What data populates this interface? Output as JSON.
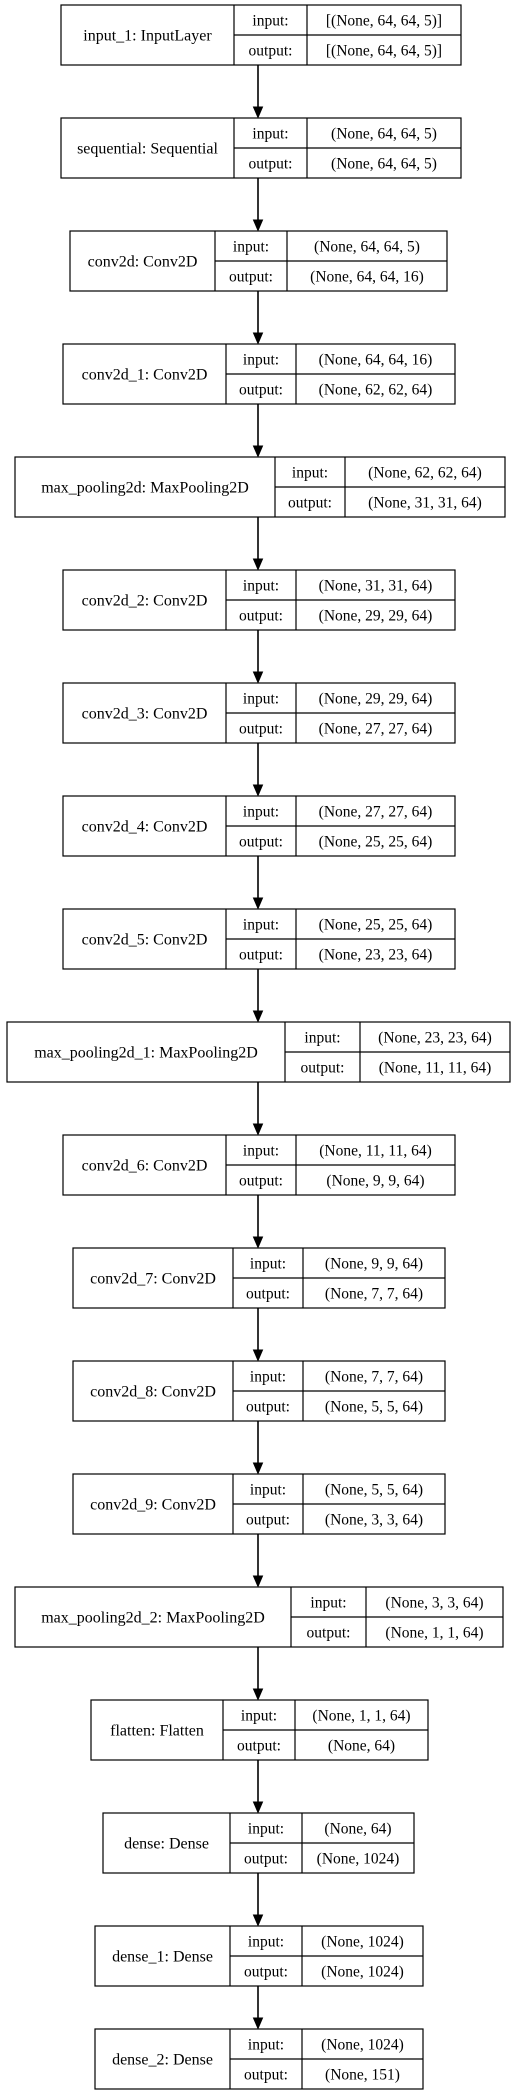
{
  "labels": {
    "input": "input:",
    "output": "output:"
  },
  "layers": [
    {
      "label": "input_1: InputLayer",
      "input_shape": "[(None, 64, 64, 5)]",
      "output_shape": "[(None, 64, 64, 5)]"
    },
    {
      "label": "sequential: Sequential",
      "input_shape": "(None, 64, 64, 5)",
      "output_shape": "(None, 64, 64, 5)"
    },
    {
      "label": "conv2d: Conv2D",
      "input_shape": "(None, 64, 64, 5)",
      "output_shape": "(None, 64, 64, 16)"
    },
    {
      "label": "conv2d_1: Conv2D",
      "input_shape": "(None, 64, 64, 16)",
      "output_shape": "(None, 62, 62, 64)"
    },
    {
      "label": "max_pooling2d: MaxPooling2D",
      "input_shape": "(None, 62, 62, 64)",
      "output_shape": "(None, 31, 31, 64)"
    },
    {
      "label": "conv2d_2: Conv2D",
      "input_shape": "(None, 31, 31, 64)",
      "output_shape": "(None, 29, 29, 64)"
    },
    {
      "label": "conv2d_3: Conv2D",
      "input_shape": "(None, 29, 29, 64)",
      "output_shape": "(None, 27, 27, 64)"
    },
    {
      "label": "conv2d_4: Conv2D",
      "input_shape": "(None, 27, 27, 64)",
      "output_shape": "(None, 25, 25, 64)"
    },
    {
      "label": "conv2d_5: Conv2D",
      "input_shape": "(None, 25, 25, 64)",
      "output_shape": "(None, 23, 23, 64)"
    },
    {
      "label": "max_pooling2d_1: MaxPooling2D",
      "input_shape": "(None, 23, 23, 64)",
      "output_shape": "(None, 11, 11, 64)"
    },
    {
      "label": "conv2d_6: Conv2D",
      "input_shape": "(None, 11, 11, 64)",
      "output_shape": "(None, 9, 9, 64)"
    },
    {
      "label": "conv2d_7: Conv2D",
      "input_shape": "(None, 9, 9, 64)",
      "output_shape": "(None, 7, 7, 64)"
    },
    {
      "label": "conv2d_8: Conv2D",
      "input_shape": "(None, 7, 7, 64)",
      "output_shape": "(None, 5, 5, 64)"
    },
    {
      "label": "conv2d_9: Conv2D",
      "input_shape": "(None, 5, 5, 64)",
      "output_shape": "(None, 3, 3, 64)"
    },
    {
      "label": "max_pooling2d_2: MaxPooling2D",
      "input_shape": "(None, 3, 3, 64)",
      "output_shape": "(None, 1, 1, 64)"
    },
    {
      "label": "flatten: Flatten",
      "input_shape": "(None, 1, 1, 64)",
      "output_shape": "(None, 64)"
    },
    {
      "label": "dense: Dense",
      "input_shape": "(None, 64)",
      "output_shape": "(None, 1024)"
    },
    {
      "label": "dense_1: Dense",
      "input_shape": "(None, 1024)",
      "output_shape": "(None, 1024)"
    },
    {
      "label": "dense_2: Dense",
      "input_shape": "(None, 1024)",
      "output_shape": "(None, 151)"
    }
  ]
}
